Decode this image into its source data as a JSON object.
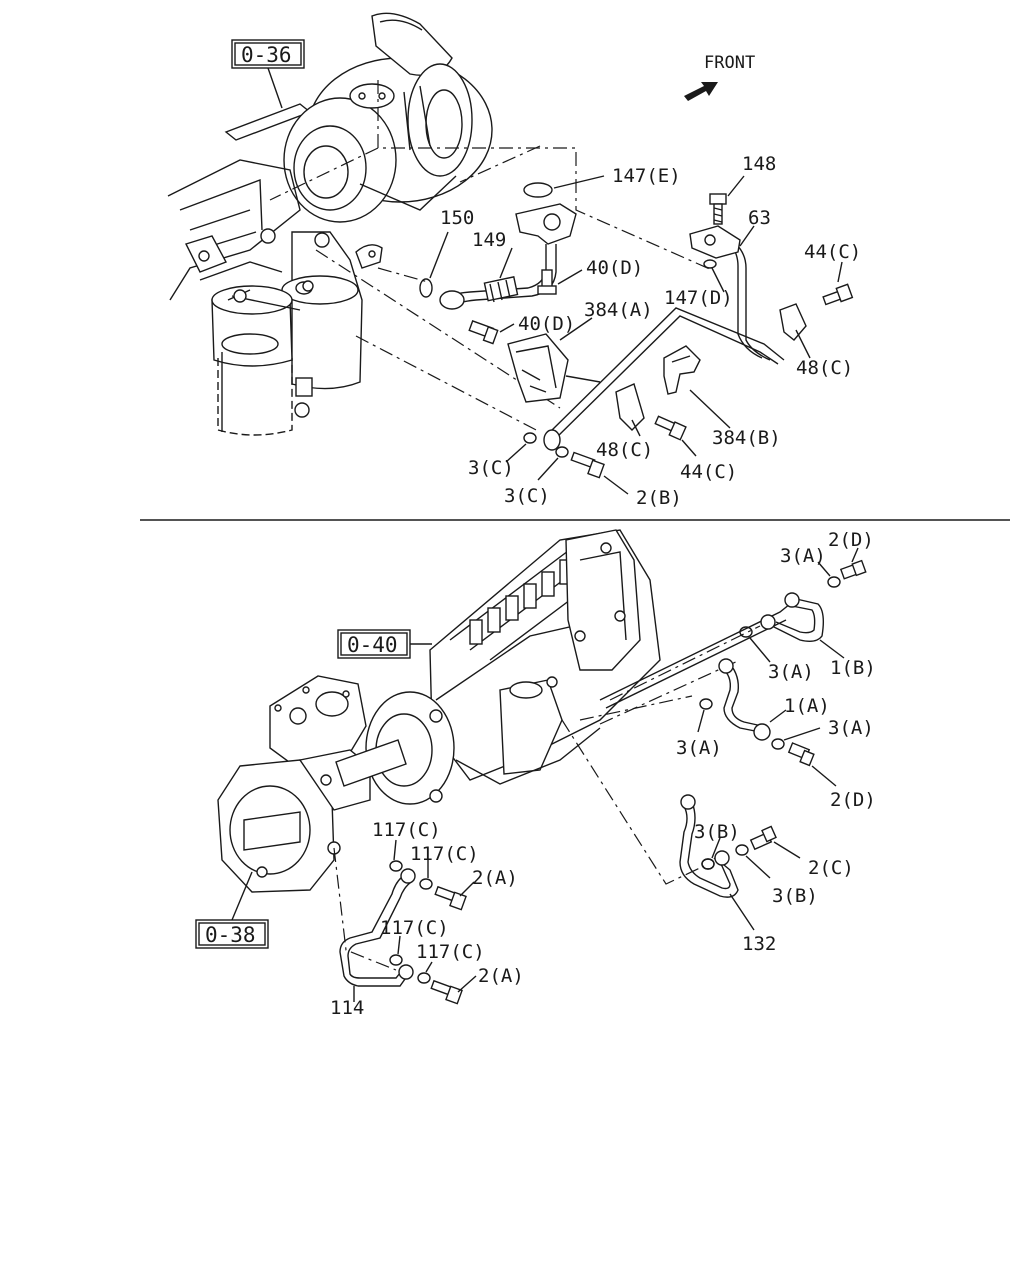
{
  "upper": {
    "front_label": "FRONT",
    "ref_turbo": "0-36",
    "labels": {
      "p147E": "147(E)",
      "p148": "148",
      "p150": "150",
      "p149": "149",
      "p63": "63",
      "p40D_a": "40(D)",
      "p44C_a": "44(C)",
      "p147D": "147(D)",
      "p384A": "384(A)",
      "p40D_b": "40(D)",
      "p48C_a": "48(C)",
      "p48C_b": "48(C)",
      "p384B": "384(B)",
      "p44C_b": "44(C)",
      "p3C_a": "3(C)",
      "p3C_b": "3(C)",
      "p2B": "2(B)"
    }
  },
  "lower": {
    "ref_pump": "0-40",
    "ref_compressor": "0-38",
    "labels": {
      "p2D_a": "2(D)",
      "p3A_a": "3(A)",
      "p3A_b": "3(A)",
      "p1B": "1(B)",
      "p1A": "1(A)",
      "p3A_c": "3(A)",
      "p3A_d": "3(A)",
      "p2D_b": "2(D)",
      "p117C_a": "117(C)",
      "p117C_b": "117(C)",
      "p2A_a": "2(A)",
      "p117C_c": "117(C)",
      "p117C_d": "117(C)",
      "p2A_b": "2(A)",
      "p114": "114",
      "p3B_a": "3(B)",
      "p2C": "2(C)",
      "p3B_b": "3(B)",
      "p132": "132"
    }
  },
  "icons": {
    "front_arrow": "front-arrow-icon"
  }
}
